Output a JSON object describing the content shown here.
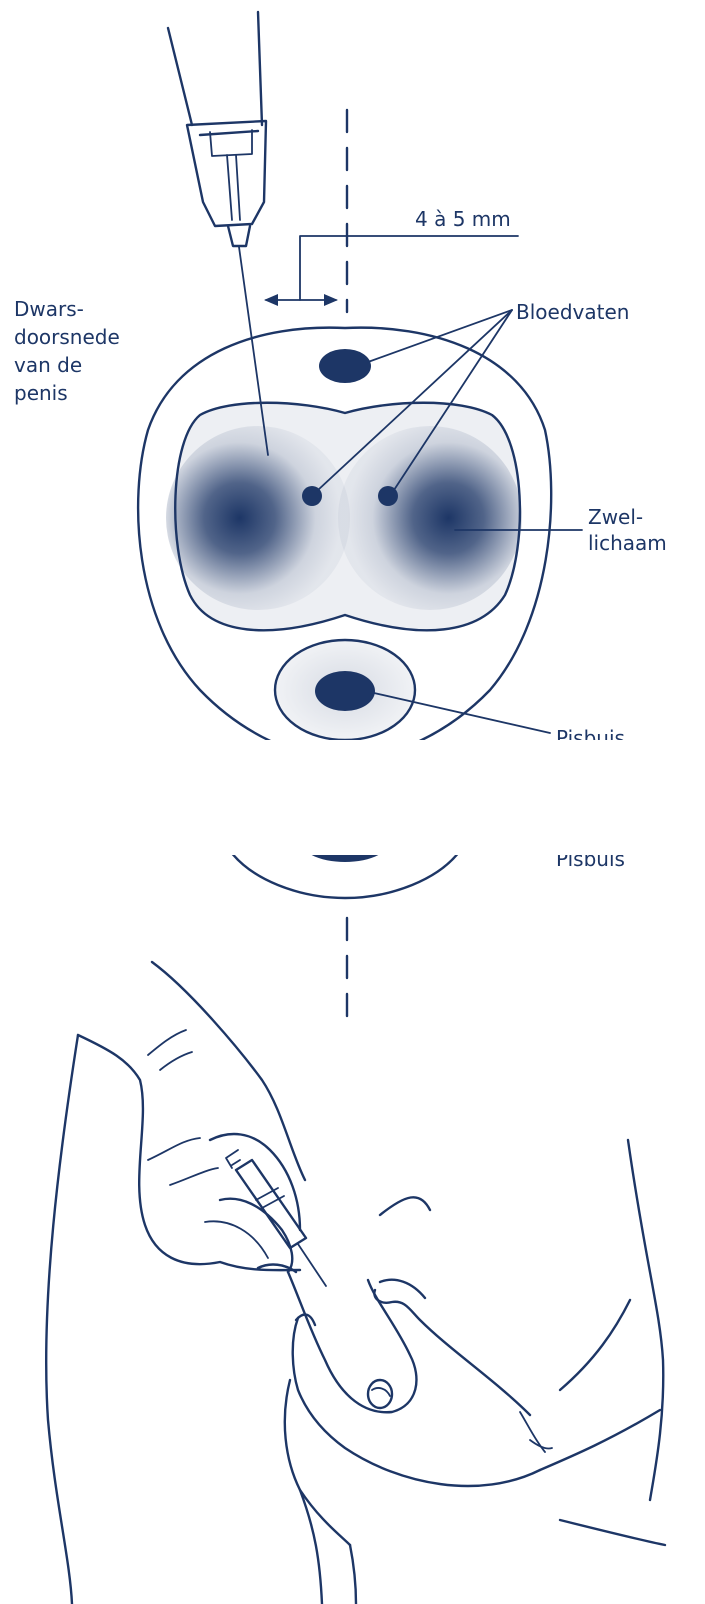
{
  "colors": {
    "ink": "#1d3666",
    "background": "#ffffff"
  },
  "top_panel": {
    "title": "Dwars- doorsnede van de penis",
    "title_lines": [
      "Dwars-",
      "doorsnede",
      "van de",
      "penis"
    ],
    "distance_label": "4 à 5 mm",
    "blood_vessels_label": "Bloedvaten",
    "corpus_label_lines": [
      "Zwel-",
      "lichaam"
    ],
    "urethra_label": "Pisbuis"
  },
  "bottom_panel": {
    "urethra_label_partial": "Pisbuis"
  },
  "icons": [
    "syringe-icon",
    "hand-icon"
  ]
}
